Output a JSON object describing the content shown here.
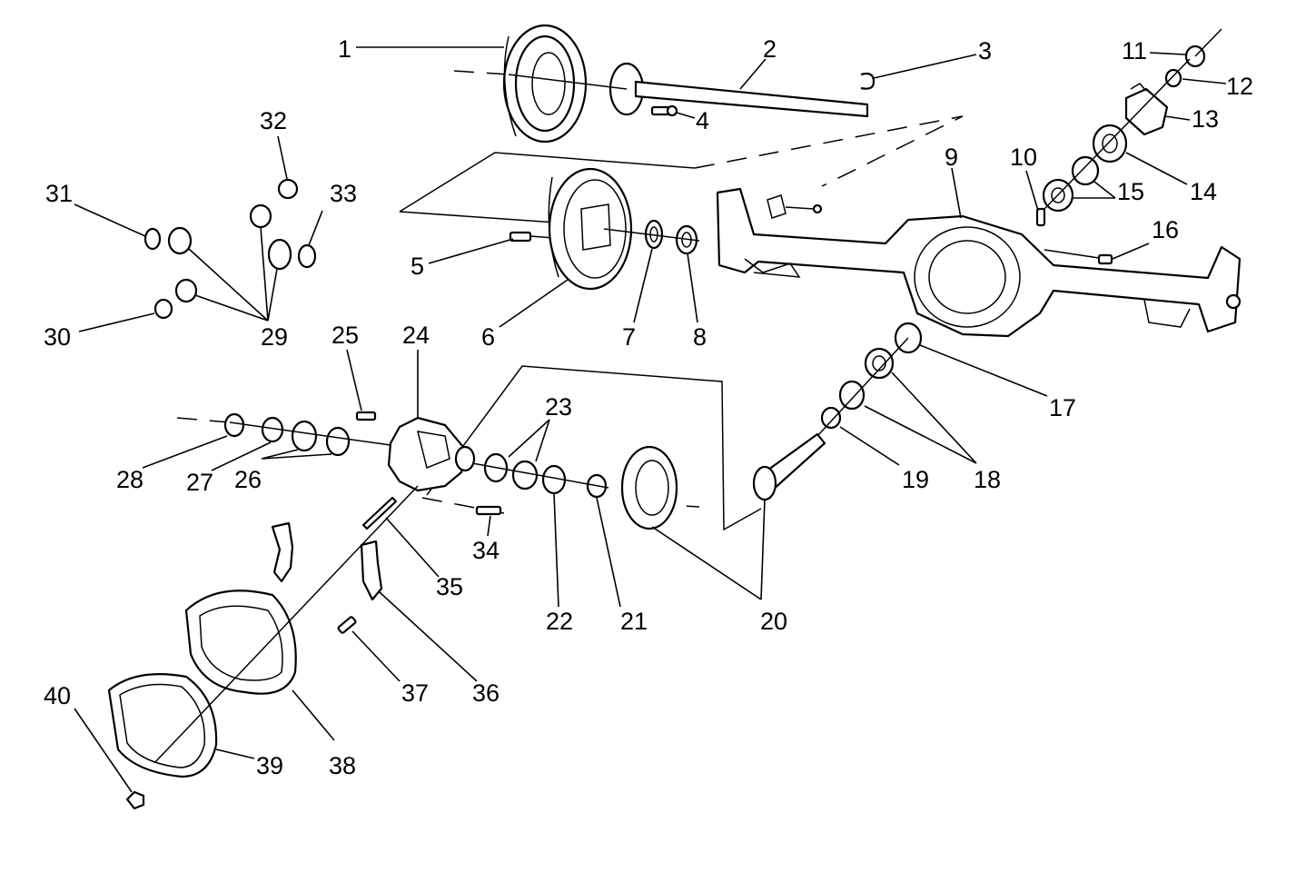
{
  "callouts": {
    "c1": "1",
    "c2": "2",
    "c3": "3",
    "c4": "4",
    "c5": "5",
    "c6": "6",
    "c7": "7",
    "c8": "8",
    "c9": "9",
    "c10": "10",
    "c11": "11",
    "c12": "12",
    "c13": "13",
    "c14": "14",
    "c15": "15",
    "c16": "16",
    "c17": "17",
    "c18": "18",
    "c19": "19",
    "c20": "20",
    "c21": "21",
    "c22": "22",
    "c23": "23",
    "c24": "24",
    "c25": "25",
    "c26": "26",
    "c27": "27",
    "c28": "28",
    "c29": "29",
    "c30": "30",
    "c31": "31",
    "c32": "32",
    "c33": "33",
    "c34": "34",
    "c35": "35",
    "c36": "36",
    "c37": "37",
    "c38": "38",
    "c39": "39",
    "c40": "40"
  }
}
